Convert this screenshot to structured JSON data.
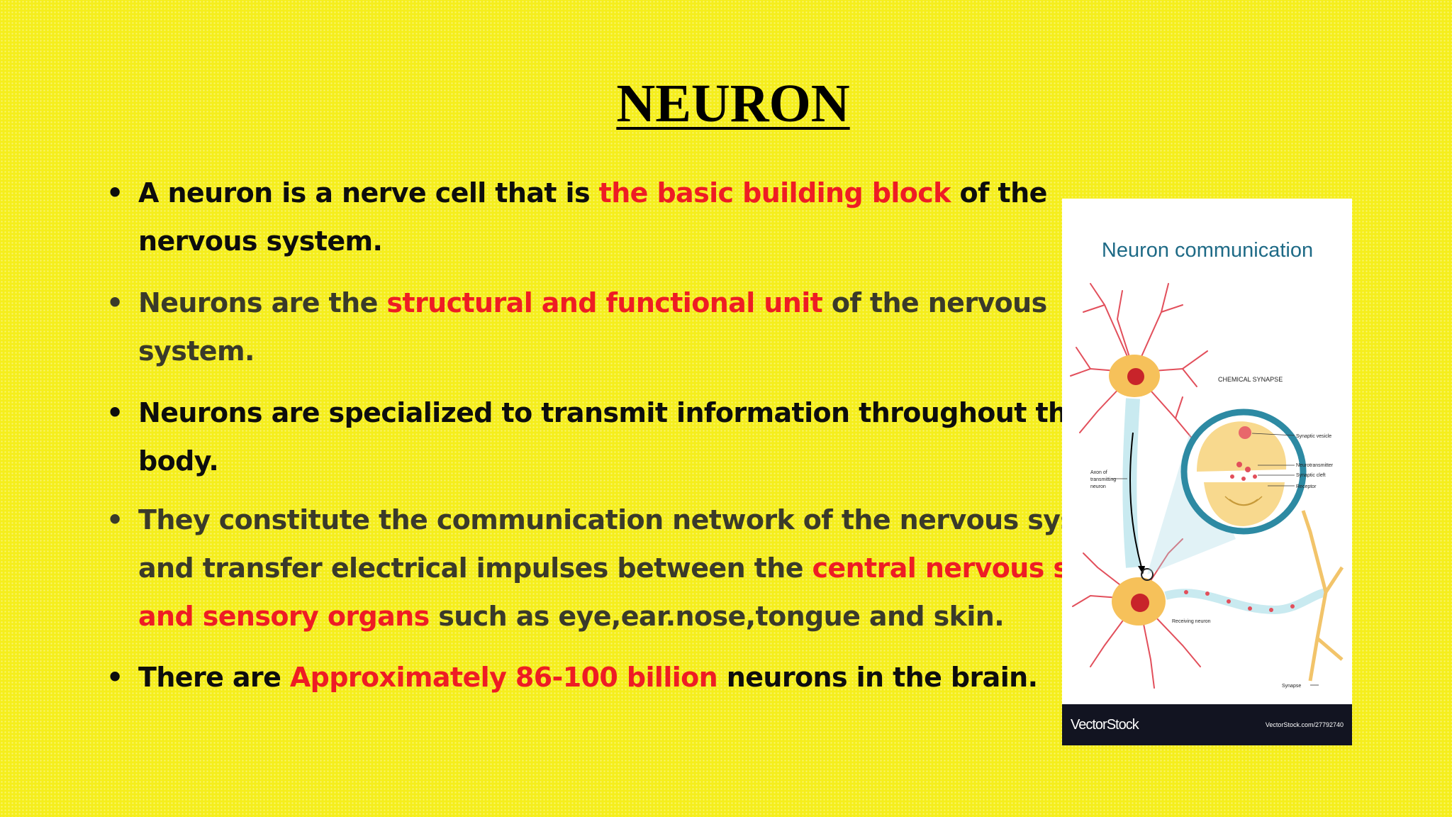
{
  "title": "NEURON",
  "bullets": [
    {
      "lines": [
        [
          {
            "text": " A neuron is a nerve cell that is ",
            "color": "black"
          },
          {
            "text": "the basic building block",
            "color": "red"
          },
          {
            "text": " of the",
            "color": "black"
          }
        ],
        [
          {
            "text": "nervous system.",
            "color": "black"
          }
        ]
      ]
    },
    {
      "lines": [
        [
          {
            "text": "Neurons are the ",
            "color": "dark"
          },
          {
            "text": "structural and functional unit",
            "color": "red"
          },
          {
            "text": " of the nervous",
            "color": "dark"
          }
        ],
        [
          {
            "text": "system.",
            "color": "dark"
          }
        ]
      ]
    },
    {
      "lines": [
        [
          {
            "text": "Neurons are specialized to transmit information throughout the",
            "color": "black"
          }
        ],
        [
          {
            "text": "body.",
            "color": "black"
          }
        ]
      ]
    },
    {
      "lines": [
        [
          {
            "text": "They constitute the communication network of the nervous system",
            "color": "dark"
          }
        ],
        [
          {
            "text": "and transfer electrical impulses between the ",
            "color": "dark"
          },
          {
            "text": "central nervous system",
            "color": "red"
          }
        ],
        [
          {
            "text": "and sensory organs",
            "color": "red"
          },
          {
            "text": " such as eye,ear.nose,tongue and skin.",
            "color": "dark"
          }
        ]
      ]
    },
    {
      "lines": [
        [
          {
            "text": "There are  ",
            "color": "black"
          },
          {
            "text": "Approximately 86-100 billion",
            "color": "red"
          },
          {
            "text": " neurons in the brain.",
            "color": "black"
          }
        ]
      ]
    }
  ],
  "image": {
    "heading": "Neuron communication",
    "labels": {
      "chemical_synapse": "CHEMICAL SYNAPSE",
      "synaptic_vesicle": "Synaptic vesicle",
      "neurotransmitter": "Neurotransmitter",
      "synaptic_cleft": "Synaptic cleft",
      "receptor": "Receptor",
      "axon_1": "Axon of",
      "axon_2": "transmitting",
      "axon_3": "neuron",
      "receiving": "Receiving neuron",
      "synapse": "Synapse"
    },
    "footer_brand": "VectorStock",
    "footer_url": "VectorStock.com/27792740"
  },
  "colors": {
    "background": "#f5ee1c",
    "red": "#ee1c24",
    "dark": "#3a3a2a",
    "black": "#0d0d0d"
  }
}
